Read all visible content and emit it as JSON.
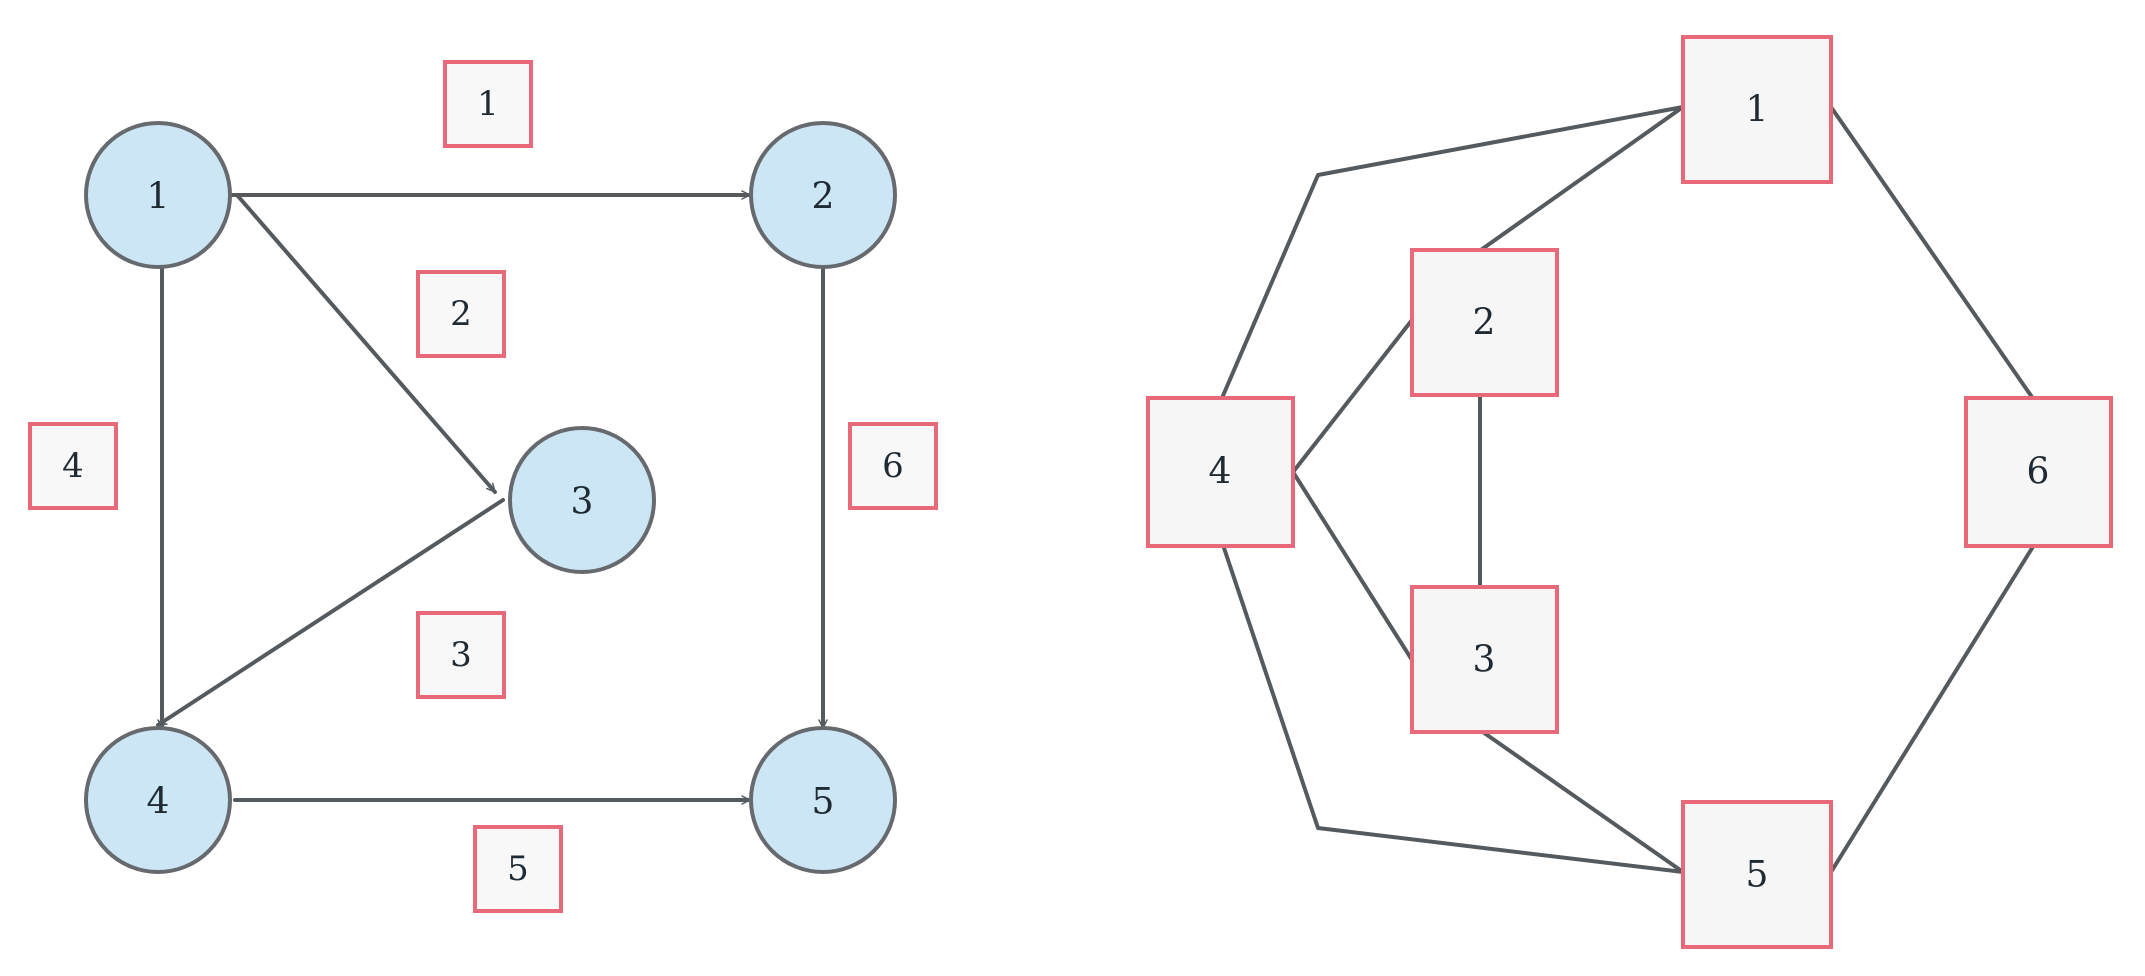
{
  "left_graph": {
    "nodes": [
      {
        "id": "1",
        "label": "1"
      },
      {
        "id": "2",
        "label": "2"
      },
      {
        "id": "3",
        "label": "3"
      },
      {
        "id": "4",
        "label": "4"
      },
      {
        "id": "5",
        "label": "5"
      }
    ],
    "edges": [
      {
        "label": "1",
        "from": "1",
        "to": "2"
      },
      {
        "label": "2",
        "from": "1",
        "to": "3"
      },
      {
        "label": "3",
        "from": "3",
        "to": "4"
      },
      {
        "label": "4",
        "from": "1",
        "to": "4"
      },
      {
        "label": "5",
        "from": "4",
        "to": "5"
      },
      {
        "label": "6",
        "from": "2",
        "to": "5"
      }
    ]
  },
  "right_graph": {
    "nodes": [
      {
        "id": "1",
        "label": "1"
      },
      {
        "id": "2",
        "label": "2"
      },
      {
        "id": "3",
        "label": "3"
      },
      {
        "id": "4",
        "label": "4"
      },
      {
        "id": "5",
        "label": "5"
      },
      {
        "id": "6",
        "label": "6"
      }
    ],
    "edges": [
      {
        "from": "1",
        "to": "2"
      },
      {
        "from": "1",
        "to": "4"
      },
      {
        "from": "1",
        "to": "6"
      },
      {
        "from": "2",
        "to": "3"
      },
      {
        "from": "2",
        "to": "4"
      },
      {
        "from": "3",
        "to": "4"
      },
      {
        "from": "3",
        "to": "5"
      },
      {
        "from": "4",
        "to": "5"
      },
      {
        "from": "5",
        "to": "6"
      }
    ]
  },
  "colors": {
    "node_fill": "#cce6f5",
    "box_border": "#e86a7a",
    "edge": "#555a5f"
  }
}
